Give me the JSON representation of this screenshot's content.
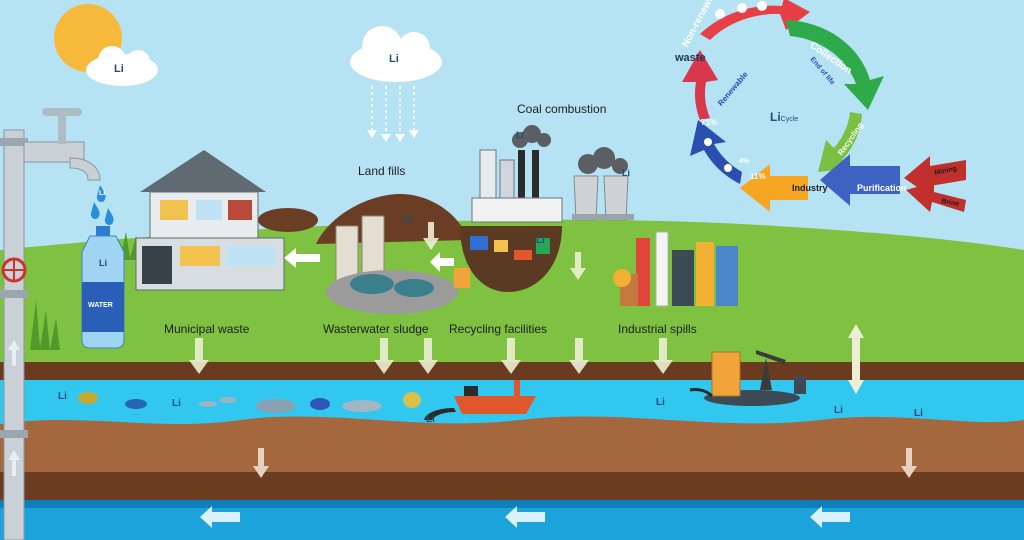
{
  "labels": {
    "land_fills": "Land fills",
    "coal_combustion": "Coal combustion",
    "municipal_waste": "Municipal waste",
    "wastewater_sludge": "Wasterwater sludge",
    "recycling_facilities": "Recycling facilities",
    "industrial_spills": "Industrial spills"
  },
  "element_symbol": "Li",
  "bottle_label": "WATER",
  "cycle": {
    "center_symbol": "Li",
    "center_word": "Cycle",
    "waste": "waste",
    "non_renewable": "Non-renewable",
    "renewable": "Renewable",
    "collection": "Collection",
    "recycling": "Recycling",
    "end_of_life": "End of life",
    "industry": "Industry",
    "purification": "Purification",
    "mining": "Mining",
    "brine": "Brine",
    "pct_71": "71%",
    "pct_11": "11%",
    "pct_4": "4%"
  }
}
